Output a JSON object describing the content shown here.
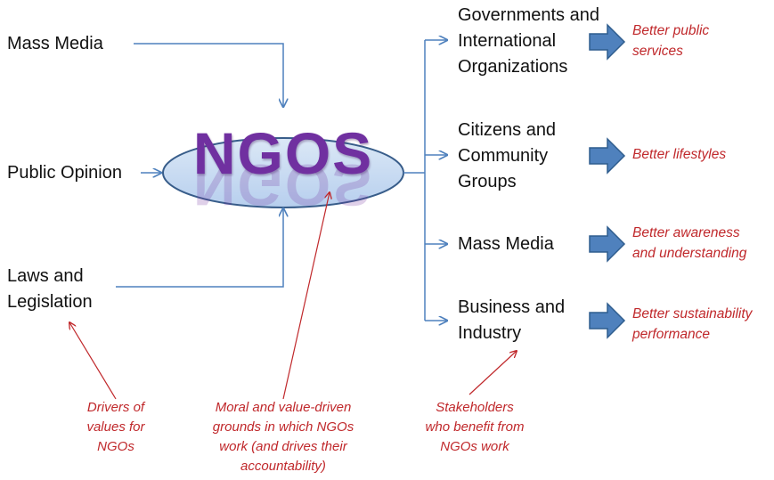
{
  "center": {
    "title": "NGOS"
  },
  "drivers": {
    "mass_media": "Mass Media",
    "public_opinion": "Public Opinion",
    "laws": [
      "Laws and",
      "Legislation"
    ]
  },
  "stakeholders": [
    {
      "lines": [
        "Governments and",
        "International",
        "Organizations"
      ],
      "outcome": [
        "Better public",
        "services"
      ]
    },
    {
      "lines": [
        "Citizens and",
        "Community",
        "Groups"
      ],
      "outcome": [
        "Better lifestyles"
      ]
    },
    {
      "lines": [
        "Mass Media"
      ],
      "outcome": [
        "Better awareness",
        "and understanding"
      ]
    },
    {
      "lines": [
        "Business and",
        "Industry"
      ],
      "outcome": [
        "Better sustainability",
        "performance"
      ]
    }
  ],
  "notes": {
    "drivers": [
      "Drivers of",
      "values for",
      "NGOs"
    ],
    "grounds": [
      "Moral and value-driven",
      "grounds in which NGOs",
      "work (and drives their",
      "accountability)"
    ],
    "beneficiaries": [
      "Stakeholders",
      "who benefit from",
      "NGOs work"
    ]
  },
  "colors": {
    "connector": "#4f81bd",
    "annotation": "#c0282b",
    "ellipse_fill": "#c6d9f1",
    "ellipse_stroke": "#385d8a",
    "title": "#7030a0",
    "outcome_arrow": "#4f81bd"
  }
}
